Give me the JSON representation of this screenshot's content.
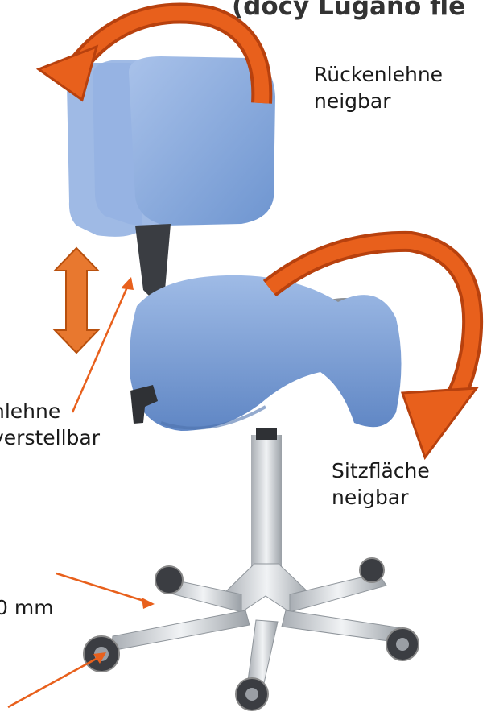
{
  "title": "(docy Lugano fle",
  "labels": {
    "backrest_tilt": [
      "Rückenlehne",
      "neigbar"
    ],
    "backrest_height": [
      "nlehne",
      "verstellbar"
    ],
    "seat_tilt": [
      "Sitzfläche",
      "neigbar"
    ],
    "base_partial": "0 mm"
  },
  "colors": {
    "arrow_orange": "#e8601c",
    "arrow_dark": "#b8410e",
    "height_arrow": "#e8782f",
    "upholstery": "#7da2d8",
    "upholstery_dark": "#5f86c4",
    "chrome": "#c9cdd2"
  },
  "icons": [
    "curved-arrow-icon",
    "double-arrow-icon",
    "pointer-line-icon"
  ]
}
